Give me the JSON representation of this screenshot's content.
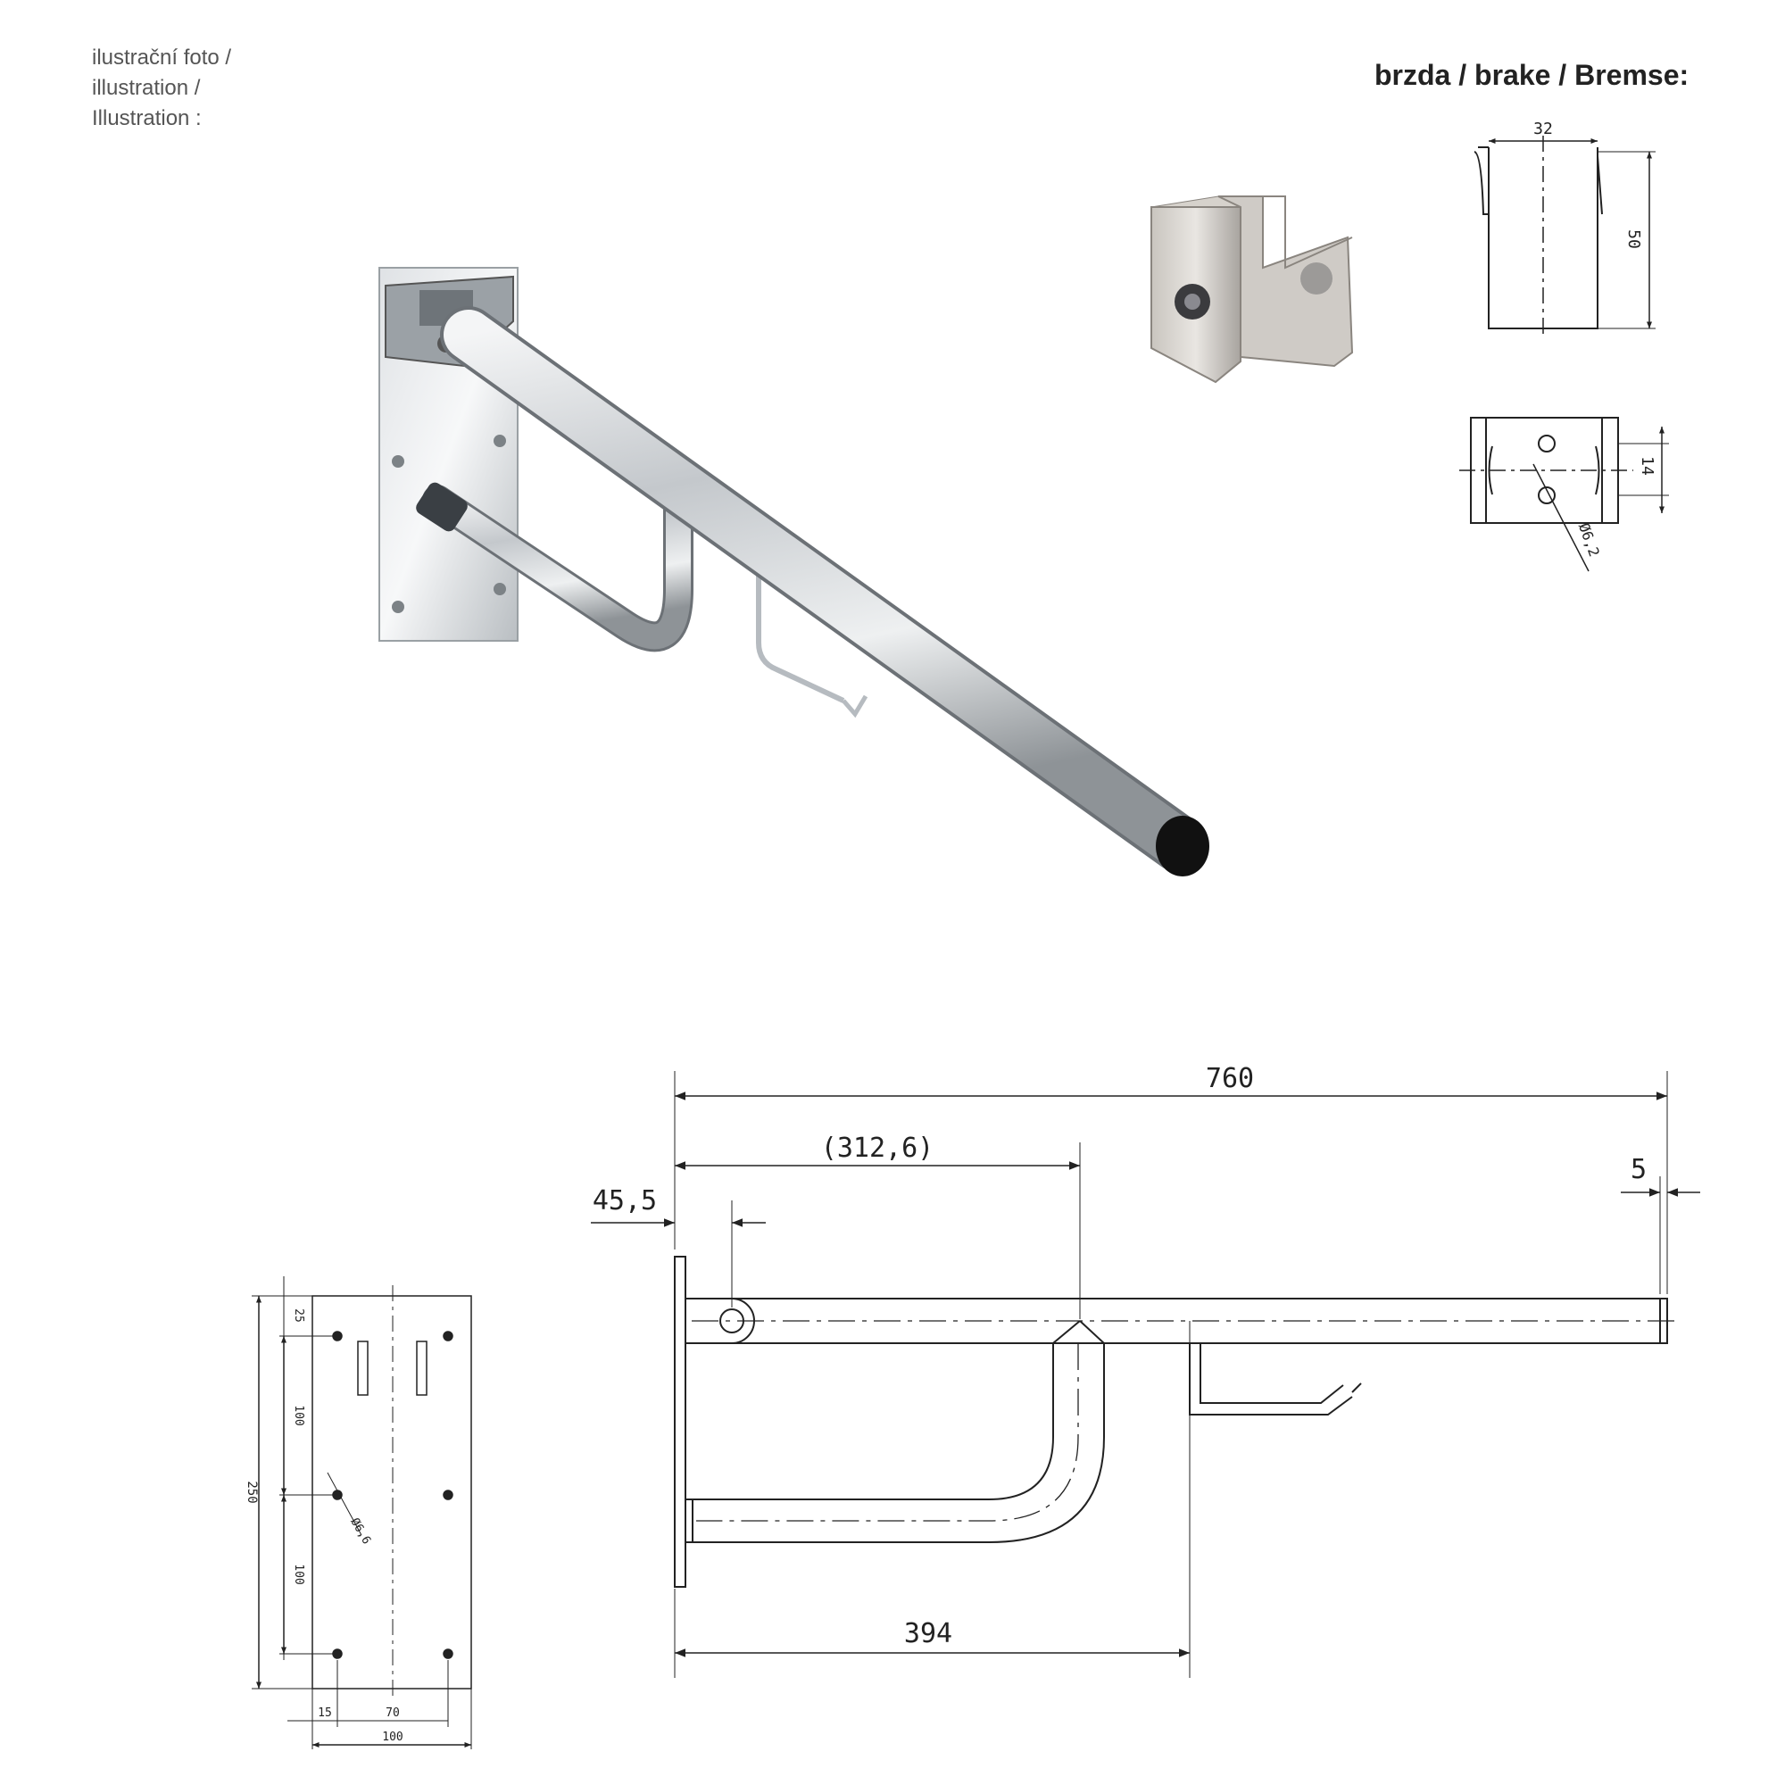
{
  "caption": {
    "line1": "ilustrační foto /",
    "line2": "illustration /",
    "line3": "Illustration :"
  },
  "brake": {
    "title": "brzda / brake / Bremse:",
    "dims": {
      "width": "32",
      "height": "50",
      "hole_spacing": "14",
      "hole_dia": "Ø6,2"
    }
  },
  "side_view": {
    "overall_length": "760",
    "hinge_to_support": "(312,6)",
    "wall_to_pivot": "45,5",
    "end_offset": "5",
    "wall_to_holder": "394"
  },
  "wall_plate": {
    "height": "250",
    "width": "100",
    "top_offset": "25",
    "hole_pitch_upper": "100",
    "hole_pitch_lower": "100",
    "edge_offset": "15",
    "hole_spacing": "70",
    "hole_dia": "Ø6,6"
  },
  "colors": {
    "line": "#222222",
    "steel": "#c9cdd1",
    "steel_dark": "#8d9296",
    "cap": "#111111"
  }
}
